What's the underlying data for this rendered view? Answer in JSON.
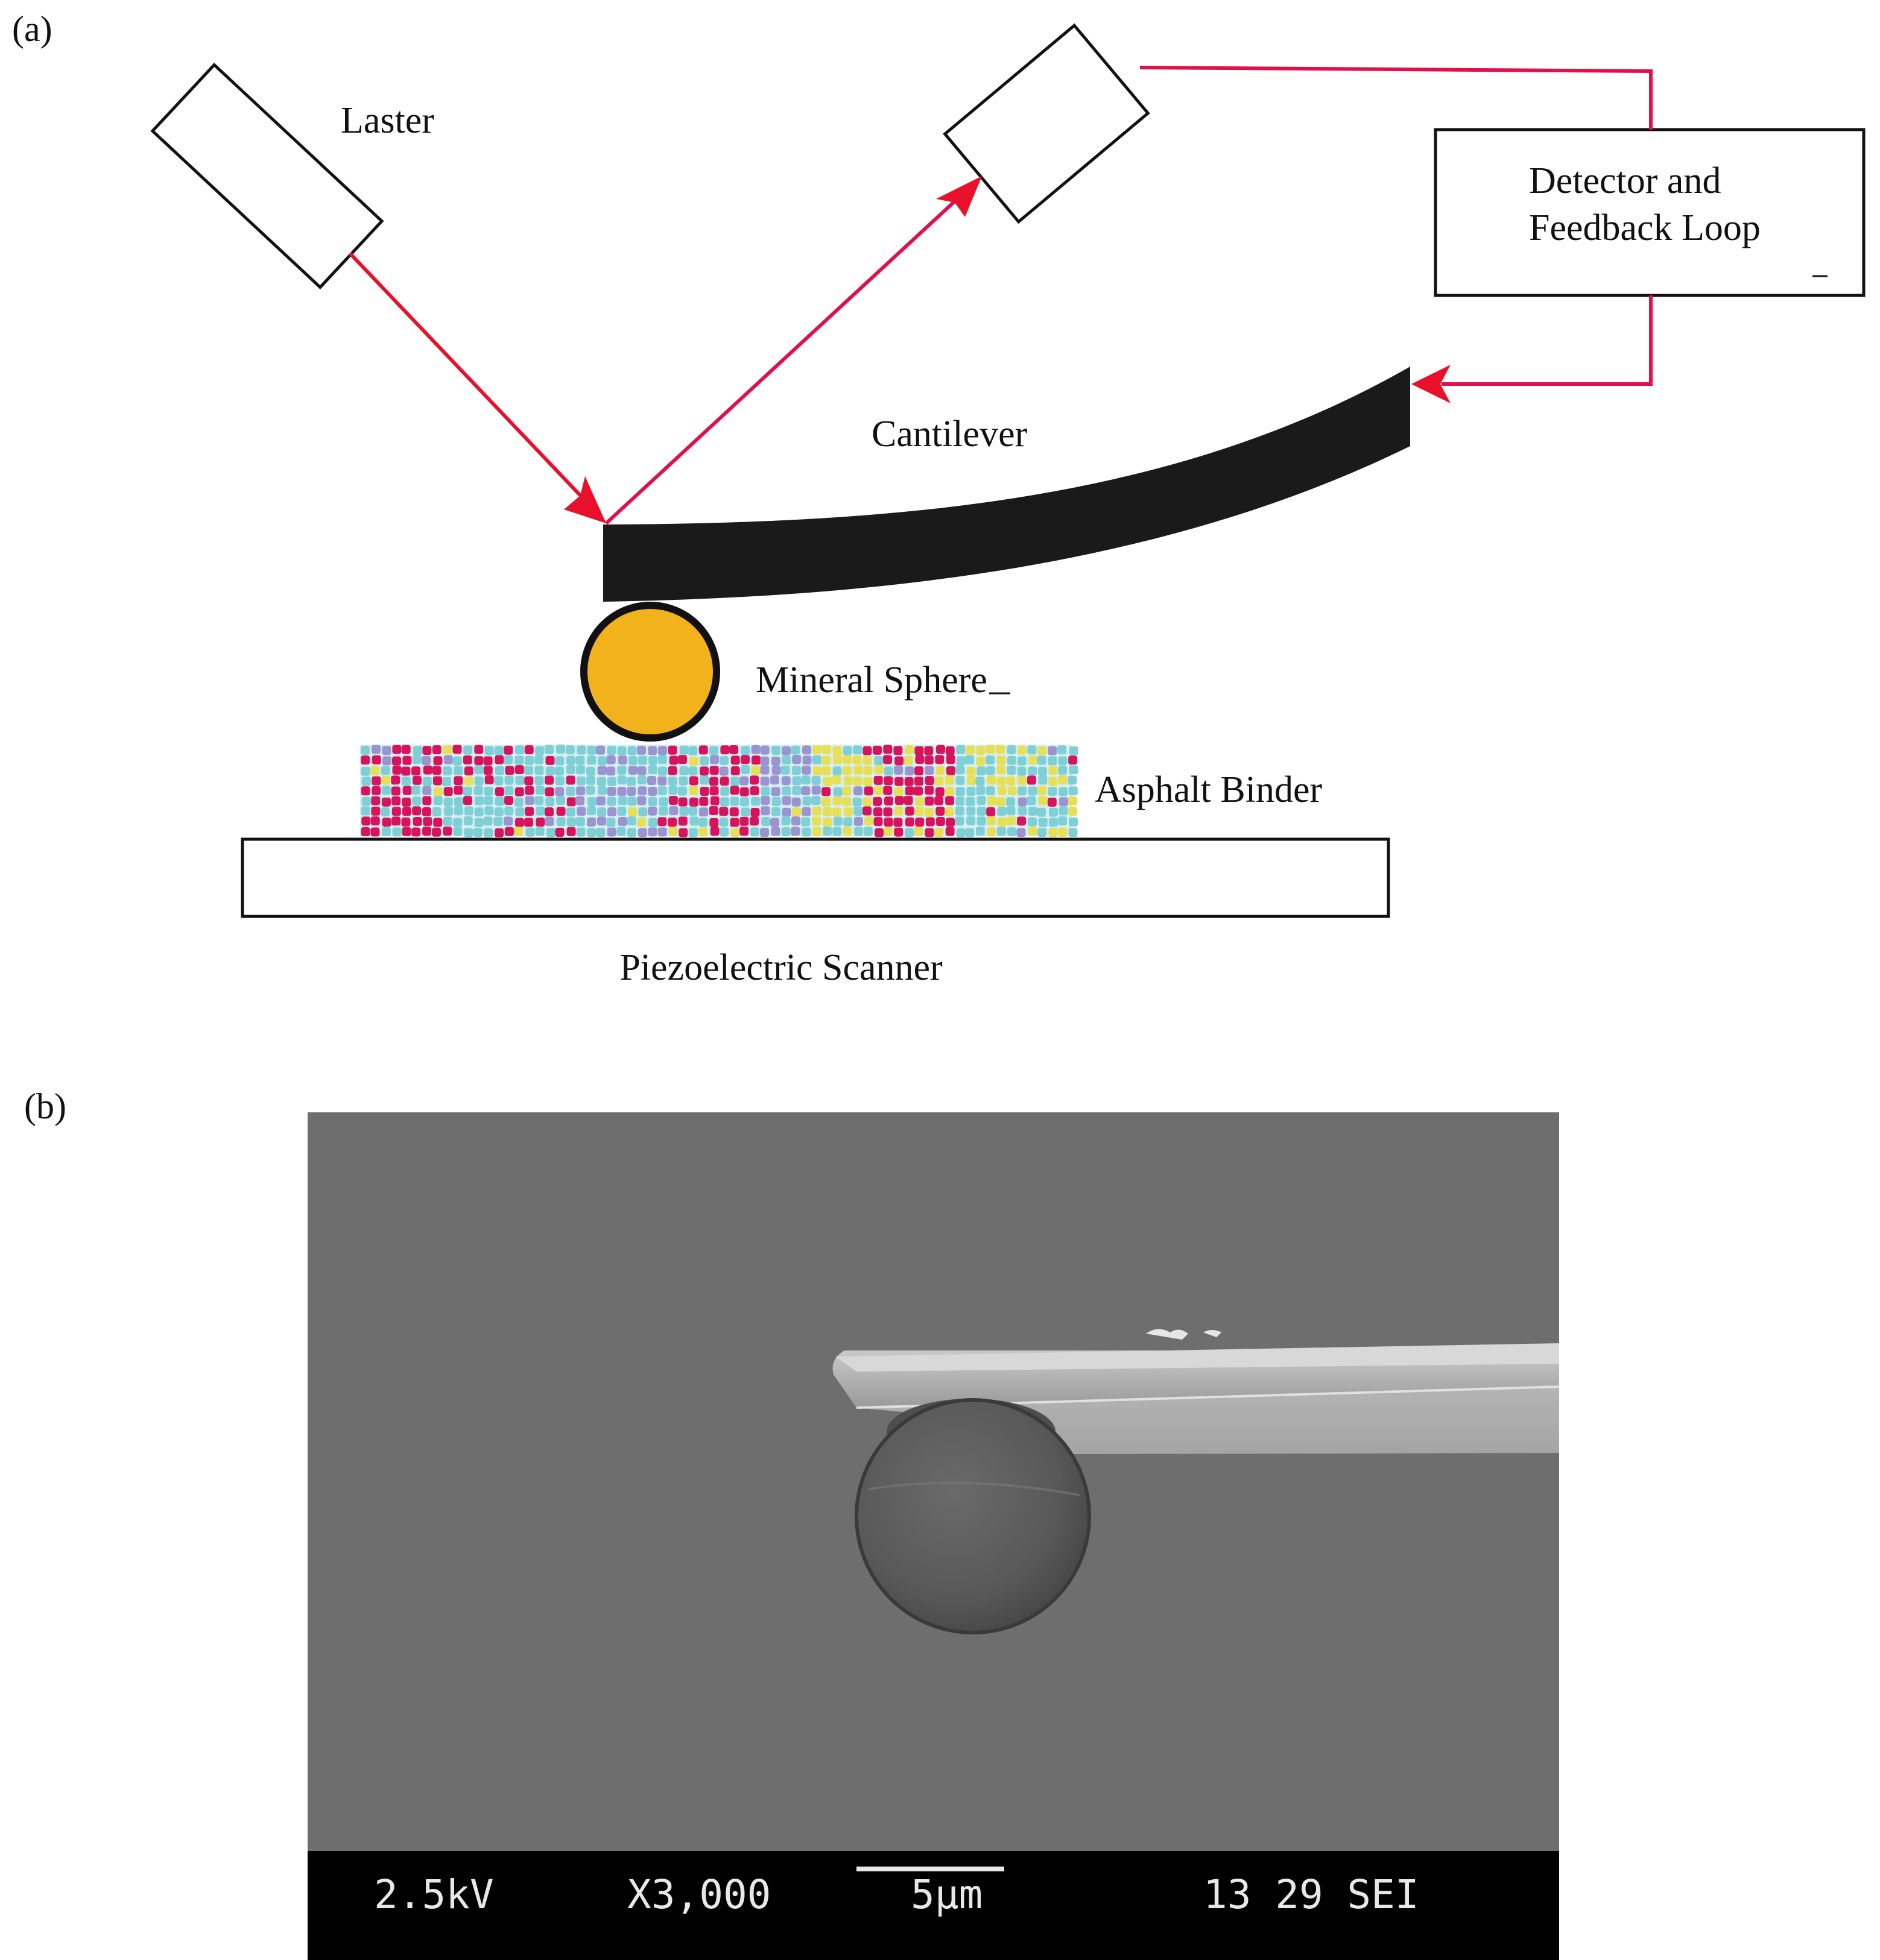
{
  "panel_a": {
    "label": "(a)",
    "laser_label": "Laster",
    "detector_label_line1": "Detector and",
    "detector_label_line2": "Feedback Loop",
    "cantilever_label": "Cantilever",
    "sphere_label": "Mineral Sphere",
    "binder_label": "Asphalt Binder",
    "scanner_label": "Piezoelectric Scanner",
    "colors": {
      "beam": "#e8102a",
      "feedback": "#e0104a",
      "sphere": "#f2b21c",
      "cantilever": "#1a1a1a",
      "binder_palette": [
        "#7ecfd6",
        "#d8135e",
        "#9a94d0",
        "#e7df55"
      ]
    }
  },
  "panel_b": {
    "label": "(b)",
    "voltage": "2.5kV",
    "magnification": "X3,000",
    "scale_bar": "5µm",
    "code": "13 29 SEI",
    "colors": {
      "background": "#6e6e6e",
      "info_bar": "#000000"
    }
  }
}
